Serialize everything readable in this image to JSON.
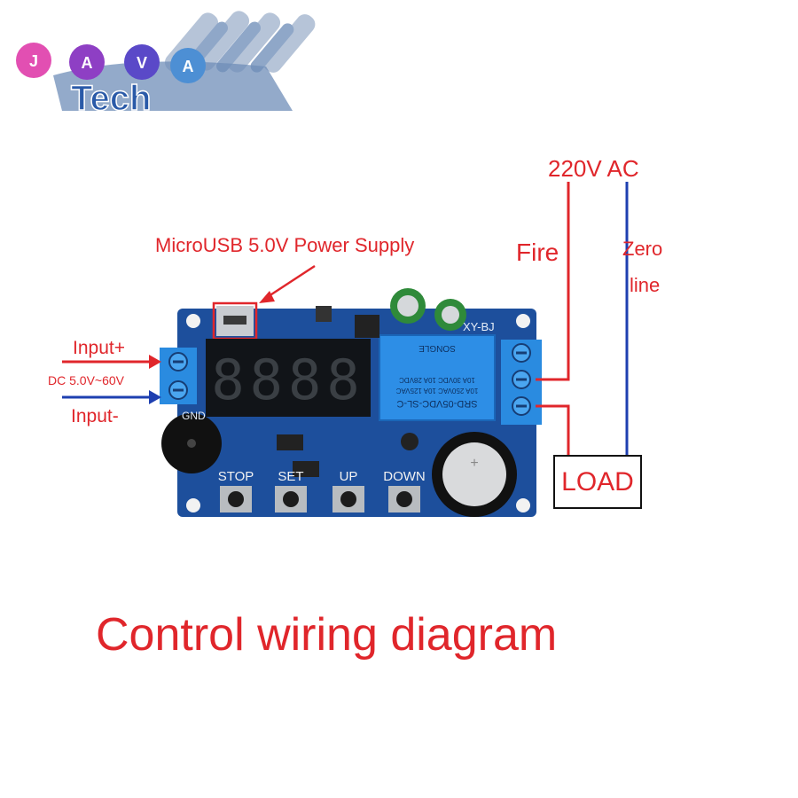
{
  "logo": {
    "letters": [
      "J",
      "A",
      "V",
      "A"
    ],
    "word": "Tech"
  },
  "annotations": {
    "usb": "MicroUSB 5.0V Power Supply",
    "input_plus": "Input+",
    "input_voltage": "DC 5.0V~60V",
    "input_minus": "Input-",
    "ac": "220V AC",
    "fire": "Fire",
    "zero_line_1": "Zero",
    "zero_line_2": "line",
    "load": "LOAD"
  },
  "board": {
    "model": "XY-BJ",
    "gnd": "GND",
    "buttons": [
      "STOP",
      "SET",
      "UP",
      "DOWN"
    ],
    "relay_lines": [
      "SRD-05VDC-SL-C",
      "10A 250VAC 10A 125VAC",
      "10A 30VDC 10A 28VDC"
    ],
    "relay_brand": "SONGLE",
    "display": "8888"
  },
  "caption": "Control wiring diagram",
  "colors": {
    "board": "#1d4f9c",
    "fire_wire": "#e0262b",
    "zero_wire": "#1e3fb0",
    "text_red": "#e0262b"
  }
}
